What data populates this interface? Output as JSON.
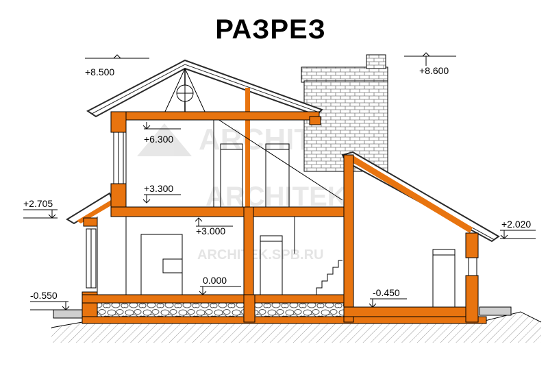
{
  "title": "РАЗРЕЗ",
  "levels": {
    "roof_ridge": "+8.500",
    "chimney_top": "+8.600",
    "attic_beam": "+6.300",
    "second_floor": "+3.300",
    "first_ceiling": "+3.000",
    "left_eave": "+2.705",
    "right_eave": "+2.020",
    "ground_floor": "0.000",
    "left_ground": "-0.550",
    "right_floor": "-0.450"
  },
  "watermark": {
    "brand": "ARCHITEK",
    "url": "ARCHITEK.SPB.RU"
  },
  "colors": {
    "structure": "#e8740f",
    "roof": "#2a2a2a",
    "line": "#000000"
  }
}
